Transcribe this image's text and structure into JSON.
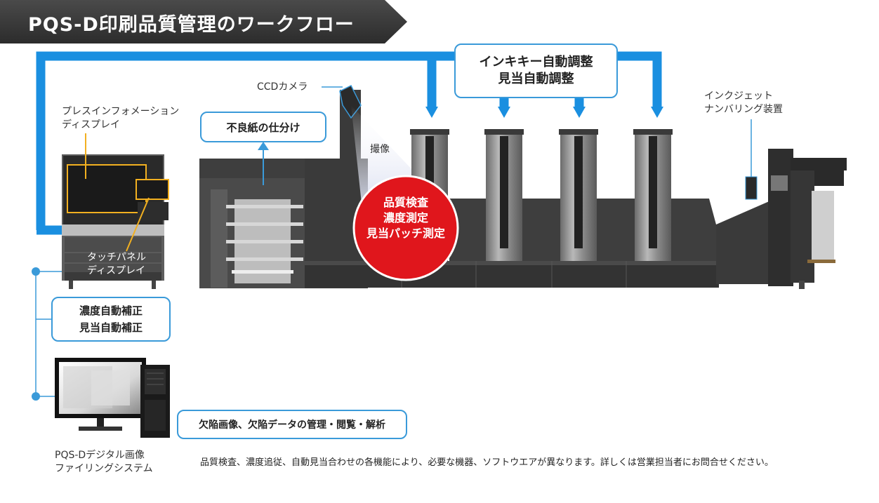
{
  "title": "PQS-D印刷品質管理のワークフロー",
  "labels": {
    "press_display": [
      "プレスインフォメーション",
      "ディスプレイ"
    ],
    "touch_panel": [
      "タッチパネル",
      "ディスプレイ"
    ],
    "ccd_camera": "CCDカメラ",
    "imaging": "撮像",
    "inkjet": [
      "インクジェット",
      "ナンバリング装置"
    ],
    "filing_system": [
      "PQS-Dデジタル画像",
      "ファイリングシステム"
    ]
  },
  "boxes": {
    "reject_sorting": "不良紙の仕分け",
    "ink_key": [
      "インキキー自動調整",
      "見当自動調整"
    ],
    "density_correction": [
      "濃度自動補正",
      "見当自動補正"
    ],
    "defect_management": "欠陥画像、欠陥データの管理・閲覧・解析"
  },
  "inspection": [
    "品質検査",
    "濃度測定",
    "見当パッチ測定"
  ],
  "footnote": "品質検査、濃度追従、自動見当合わせの各機能により、必要な機器、ソフトウエアが異なります。詳しくは営業担当者にお問合せください。",
  "colors": {
    "accent_blue": "#1a8fe0",
    "line_blue": "#3a9ad9",
    "title_bg": "#3a3a3a",
    "inspection_red": "#e0161c",
    "highlight_yellow": "#f2b020"
  }
}
